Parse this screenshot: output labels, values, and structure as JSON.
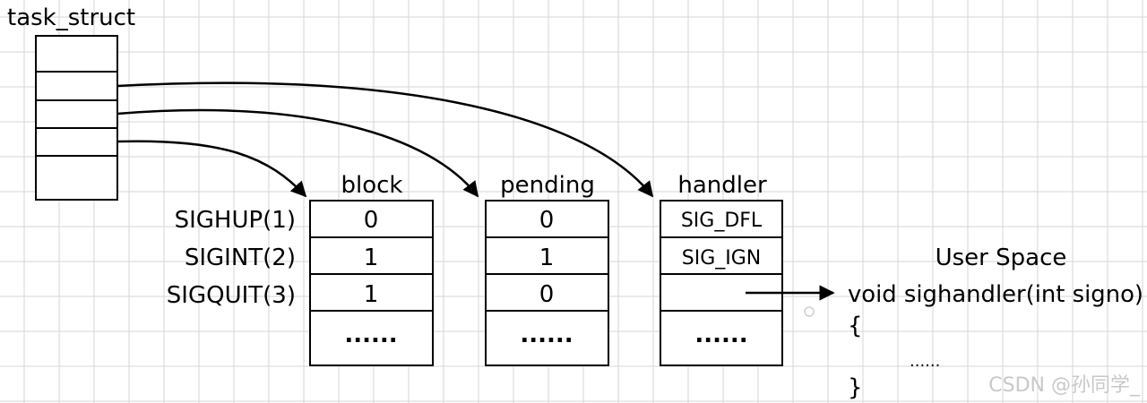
{
  "task_struct": {
    "title": "task_struct"
  },
  "signals": [
    "SIGHUP(1)",
    "SIGINT(2)",
    "SIGQUIT(3)"
  ],
  "tables": {
    "block": {
      "title": "block",
      "values": [
        "0",
        "1",
        "1"
      ],
      "more": "......"
    },
    "pending": {
      "title": "pending",
      "values": [
        "0",
        "1",
        "0"
      ],
      "more": "......"
    },
    "handler": {
      "title": "handler",
      "values": [
        "SIG_DFL",
        "SIG_IGN",
        ""
      ],
      "more": "......"
    }
  },
  "user_space": {
    "title": "User Space",
    "signature": "void sighandler(int signo)",
    "open_brace": "{",
    "body": "......",
    "close_brace": "}"
  },
  "watermark": "CSDN @孙同学_"
}
